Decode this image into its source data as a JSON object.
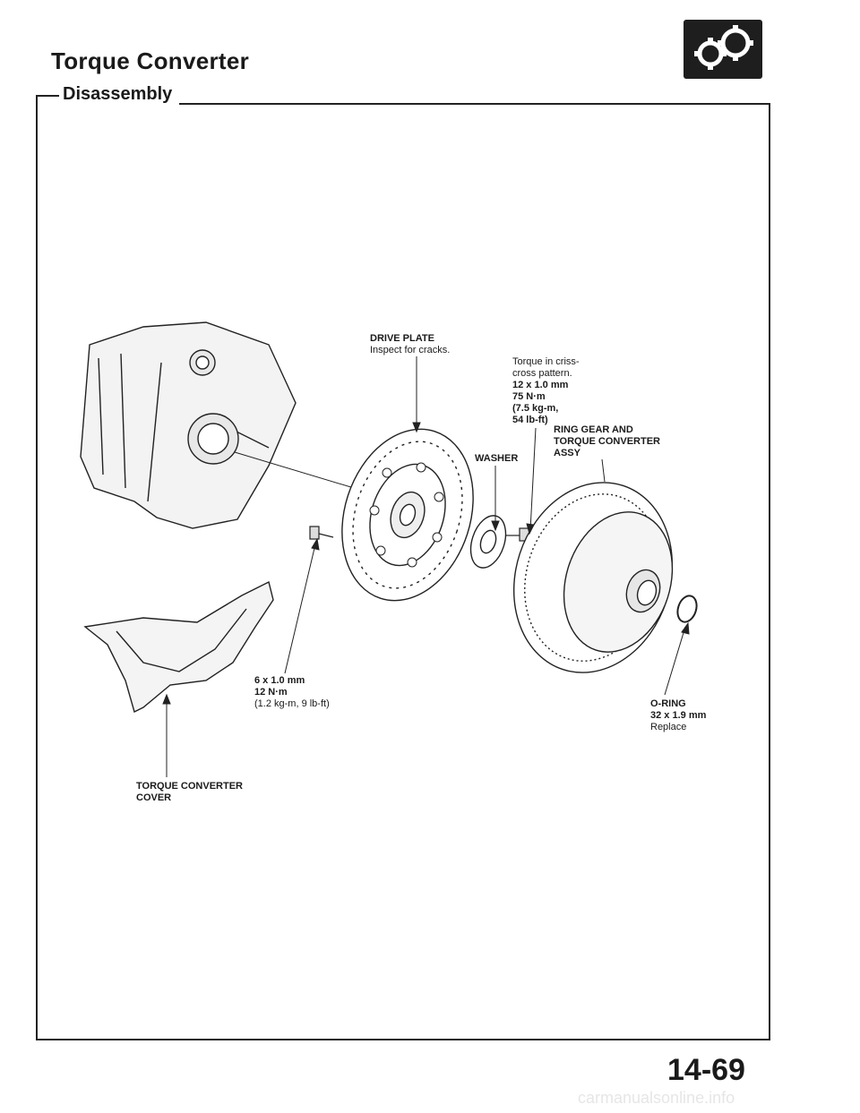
{
  "header": {
    "title": "Torque Converter",
    "section": "Disassembly"
  },
  "labels": {
    "drive_plate_title": "DRIVE PLATE",
    "drive_plate_note": "Inspect for cracks.",
    "torque_note_1": "Torque in criss-",
    "torque_note_2": "cross pattern.",
    "bolt_size": "12 x 1.0 mm",
    "bolt_torque_nm": "75 N·m",
    "bolt_torque_kg": "(7.5 kg-m,",
    "bolt_torque_lb": "54 lb-ft)",
    "ring_gear_1": "RING GEAR AND",
    "ring_gear_2": "TORQUE CONVERTER",
    "ring_gear_3": "ASSY",
    "washer": "WASHER",
    "small_bolt_size": "6 x 1.0 mm",
    "small_bolt_nm": "12 N·m",
    "small_bolt_other": "(1.2 kg-m, 9 lb-ft)",
    "oring_title": "O-RING",
    "oring_size": "32 x 1.9 mm",
    "oring_note": "Replace",
    "cover_1": "TORQUE CONVERTER",
    "cover_2": "COVER"
  },
  "footer": {
    "page_number": "14-69",
    "watermark": "carmanualsonline.info"
  }
}
